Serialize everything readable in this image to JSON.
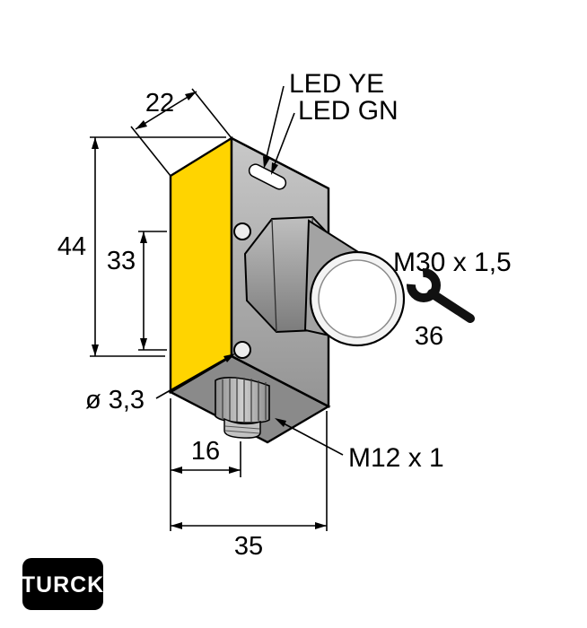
{
  "colors": {
    "housing_yellow": "#ffd400",
    "logo_bg": "#000000",
    "logo_text": "#ffffff"
  },
  "drawing": {
    "led_ye": "LED YE",
    "led_gn": "LED GN",
    "dim_top_width": "22",
    "dim_height": "44",
    "dim_hole_spacing": "33",
    "lens_thread": "M30 x 1,5",
    "wrench_size": "36",
    "mounting_hole_diameter": "ø 3,3",
    "dim_connector_offset": "16",
    "dim_depth": "35",
    "connector_thread": "M12 x 1"
  },
  "logo": {
    "text": "TURCK"
  }
}
